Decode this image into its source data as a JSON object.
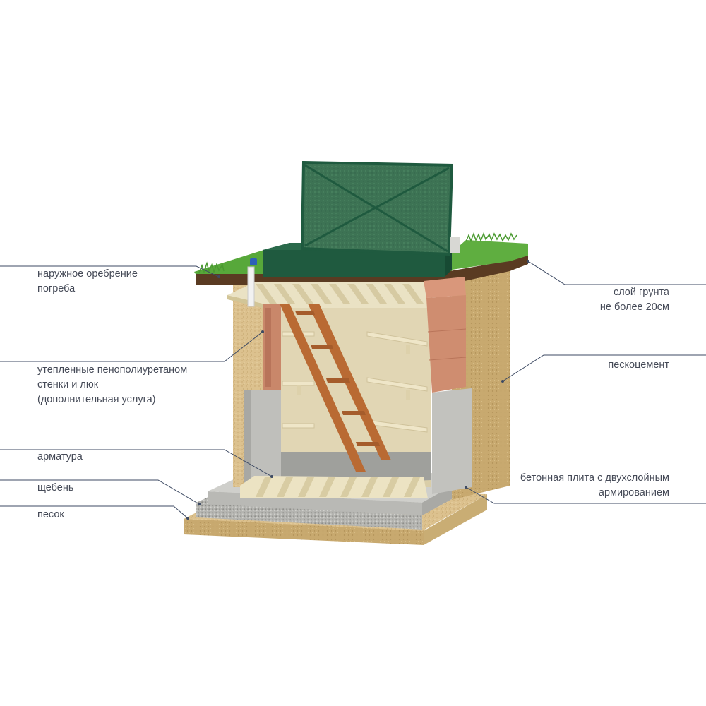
{
  "labels": {
    "outer_ribbing": "наружное оребрение\nпогреба",
    "insulated_walls": "утепленные пенополиуретаном\nстенки и люк\n(дополнительная услуга)",
    "rebar": "арматура",
    "crushed_stone": "щебень",
    "sand": "песок",
    "soil_layer": "слой грунта\nне более 20см",
    "sand_cement": "пескоцемент",
    "concrete_slab": "бетонная плита с двухслойным\nармированием"
  },
  "colors": {
    "grass": "#57a83a",
    "soil": "#5a3b22",
    "sand_cement": "#dcc18e",
    "hatch_lid": "#2f6b45",
    "hatch_frame": "#1f5a3f",
    "cellar_body": "#ece2c2",
    "ladder": "#b96a33",
    "concrete": "#c8c8c4",
    "brick_insulation": "#c9876a",
    "gravel": "#b4b4b0",
    "label_text": "#454a57",
    "leader_line": "#3d4a63"
  },
  "icons": [
    "cellar-illustration"
  ]
}
